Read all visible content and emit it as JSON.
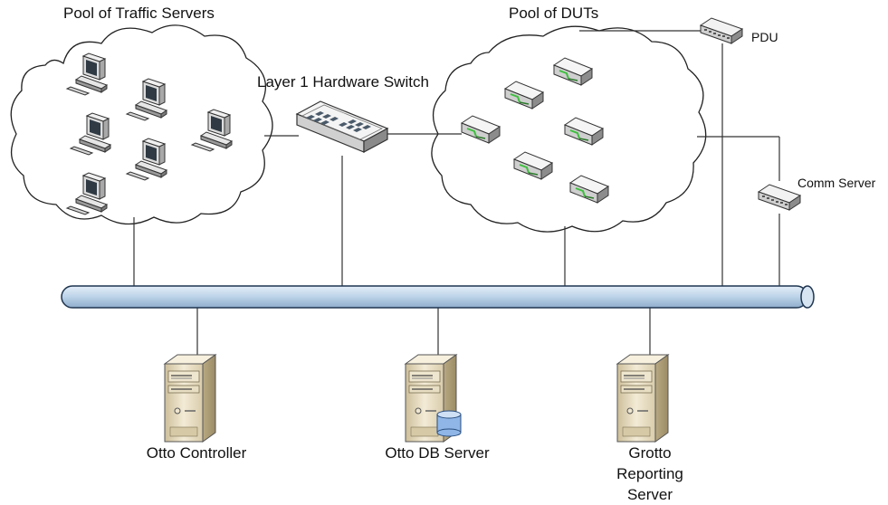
{
  "labels": {
    "traffic_pool": "Pool of Traffic Servers",
    "dut_pool": "Pool of DUTs",
    "layer1_switch": "Layer 1 Hardware Switch",
    "pdu": "PDU",
    "comm_server": "Comm Server",
    "otto_controller": "Otto Controller",
    "otto_db": "Otto DB Server",
    "grotto_line1": "Grotto",
    "grotto_line2": "Reporting",
    "grotto_line3": "Server"
  },
  "colors": {
    "bus_fill": "#bcd3e8",
    "bus_stroke": "#1f3550",
    "line": "#333333",
    "led_green": "#3fbf3f",
    "db_blue": "#8fb6e6"
  }
}
